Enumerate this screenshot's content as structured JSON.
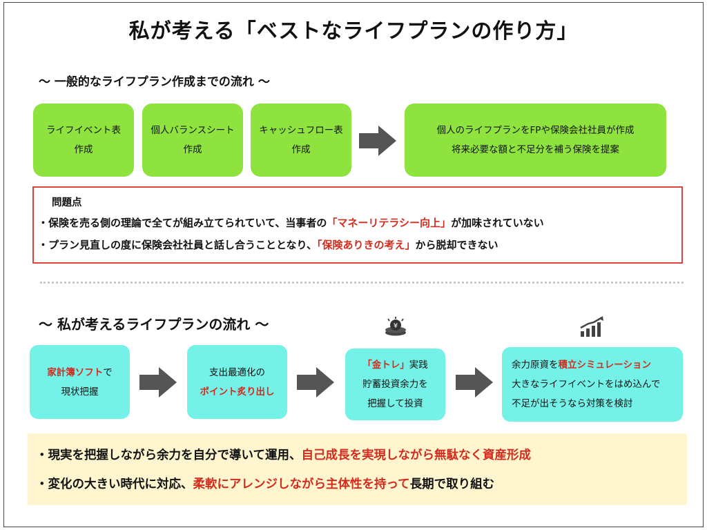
{
  "title": "私が考える「ベストなライフプランの作り方」",
  "section1": {
    "heading": "〜 一般的なライフプラン作成までの流れ 〜",
    "steps": [
      {
        "line1": "ライフイベント表",
        "line2": "作成"
      },
      {
        "line1": "個人バランスシート",
        "line2": "作成"
      },
      {
        "line1": "キャッシュフロー表",
        "line2": "作成"
      }
    ],
    "result": {
      "line1": "個人のライフプランをFPや保険会社社員が作成",
      "line2": "将来必要な額と不足分を補う保険を提案"
    },
    "problems": {
      "title": "問題点",
      "items": [
        {
          "pre": "・保険を売る側の理論で全てが組み立てられていて、当事者の",
          "red": "「マネーリテラシー向上」",
          "post": "が加味されていない"
        },
        {
          "pre": "・プラン見直しの度に保険会社社員と話し合うこととなり、",
          "red": "「保険ありきの考え」",
          "post": "から脱却できない"
        }
      ]
    }
  },
  "section2": {
    "heading": "〜 私が考えるライフプランの流れ 〜",
    "steps": [
      {
        "red": "家計簿ソフト",
        "rest": "で",
        "line2": "現状把握"
      },
      {
        "line1": "支出最適化の",
        "red": "ポイント炙り出し"
      },
      {
        "red": "「金トレ」",
        "rest": "実践",
        "line2": "貯蓄投資余力を",
        "line3": "把握して投資"
      },
      {
        "pre": "余力原資を",
        "red": "積立シミュレーション",
        "line2": "大きなライフイベントをはめ込んで",
        "line3": "不足が出そうなら対策を検討"
      }
    ],
    "summary": [
      {
        "pre": "・現実を把握しながら余力を自分で導いて運用、",
        "red": "自己成長を実現しながら無駄なく資産形成",
        "post": ""
      },
      {
        "pre": "・変化の大きい時代に対応、",
        "red": "柔軟にアレンジしながら主体性を持って",
        "post": "長期で取り組む"
      }
    ]
  },
  "icons": [
    "coins-icon",
    "growth-chart-icon"
  ],
  "colors": {
    "green": "#8ee33e",
    "cyan": "#74f2e8",
    "red": "#d22c1e",
    "yellow": "#fff6cf",
    "arrow": "#555555"
  }
}
